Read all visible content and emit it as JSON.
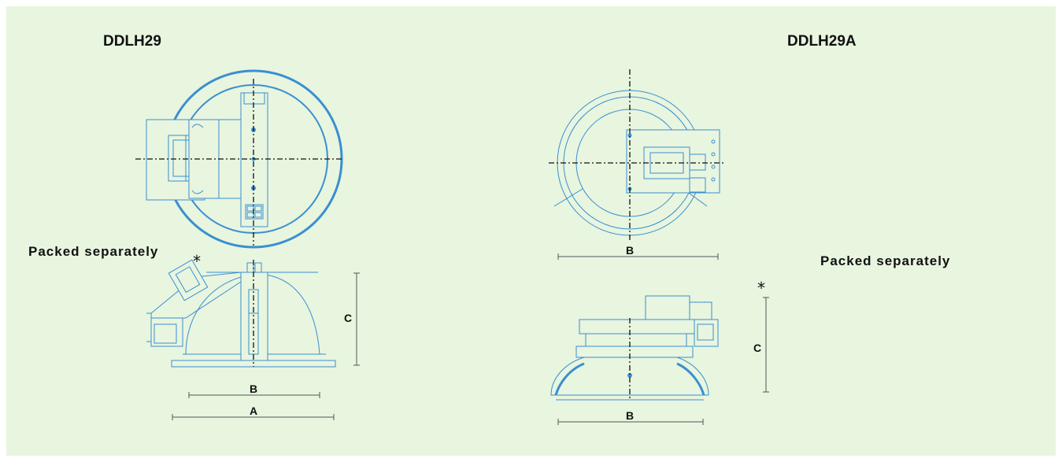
{
  "models": [
    {
      "name": "DDLH29",
      "note": "Packed separately",
      "asterisk": "*",
      "dimensions": [
        "A",
        "B",
        "C"
      ]
    },
    {
      "name": "DDLH29A",
      "note": "Packed separately",
      "asterisk": "*",
      "dimensions": [
        "B",
        "B",
        "C"
      ]
    }
  ],
  "colors": {
    "background": "#e8f5df",
    "line": "#3a8fd0",
    "axis": "#111111",
    "dimension_line": "#555555"
  }
}
